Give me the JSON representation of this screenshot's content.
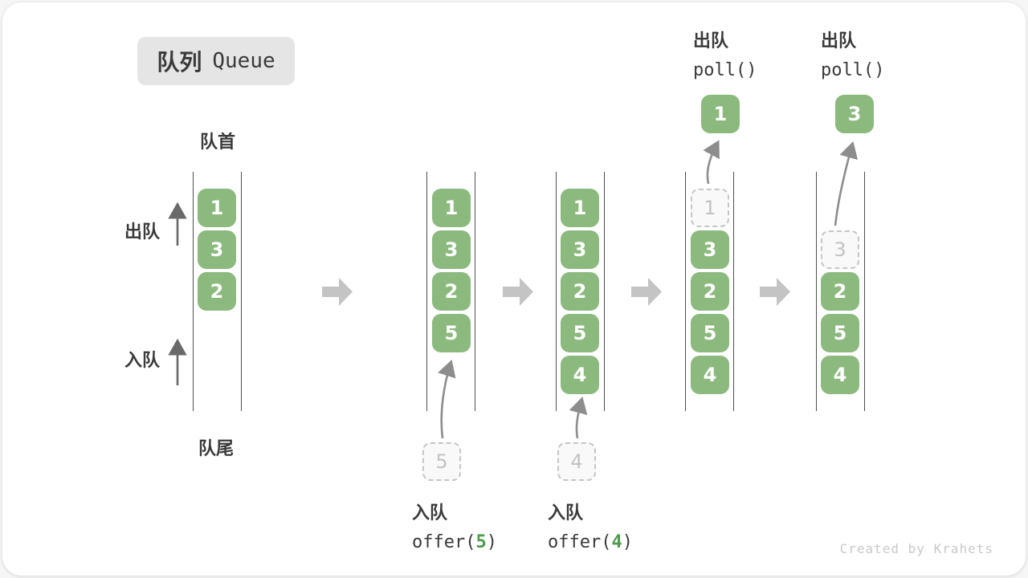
{
  "badge": {
    "zh": "队列",
    "en": "Queue"
  },
  "side_labels": {
    "front": "队首",
    "rear": "队尾",
    "dequeue": "出队",
    "enqueue": "入队"
  },
  "columns": [
    {
      "cells": [
        {
          "value": "1"
        },
        {
          "value": "3"
        },
        {
          "value": "2"
        }
      ]
    },
    {
      "cells": [
        {
          "value": "1"
        },
        {
          "value": "3"
        },
        {
          "value": "2"
        },
        {
          "value": "5"
        }
      ]
    },
    {
      "cells": [
        {
          "value": "1"
        },
        {
          "value": "3"
        },
        {
          "value": "2"
        },
        {
          "value": "5"
        },
        {
          "value": "4"
        }
      ]
    },
    {
      "cells": [
        {
          "value": "1"
        },
        {
          "value": "3"
        },
        {
          "value": "2"
        },
        {
          "value": "5"
        },
        {
          "value": "4"
        }
      ]
    },
    {
      "cells": [
        {
          "value": "3"
        },
        {
          "value": "2"
        },
        {
          "value": "5"
        },
        {
          "value": "4"
        }
      ]
    }
  ],
  "enqueue_ops": [
    {
      "label": "入队",
      "code_pre": "offer(",
      "arg": "5",
      "code_post": ")",
      "pending_value": "5"
    },
    {
      "label": "入队",
      "code_pre": "offer(",
      "arg": "4",
      "code_post": ")",
      "pending_value": "4"
    }
  ],
  "dequeue_ops": [
    {
      "label": "出队",
      "code": "poll()",
      "value": "1"
    },
    {
      "label": "出队",
      "code": "poll()",
      "value": "3"
    }
  ],
  "watermark": "Created by Krahets",
  "colors": {
    "box_green": "#8cba7e",
    "code_green": "#4e9b4e",
    "block_arrow": "#c4c4c4",
    "arrow_line": "#8d8d8d",
    "arrow_dark": "#696969",
    "dash_border": "#c6c6c6",
    "dash_bg": "#f9f9f9",
    "dash_text": "#c2c2c2",
    "rail": "#4f4f4f",
    "text_dark": "#3a3a3a",
    "badge_bg": "#e5e5e5",
    "watermark": "#c9c9c9"
  }
}
